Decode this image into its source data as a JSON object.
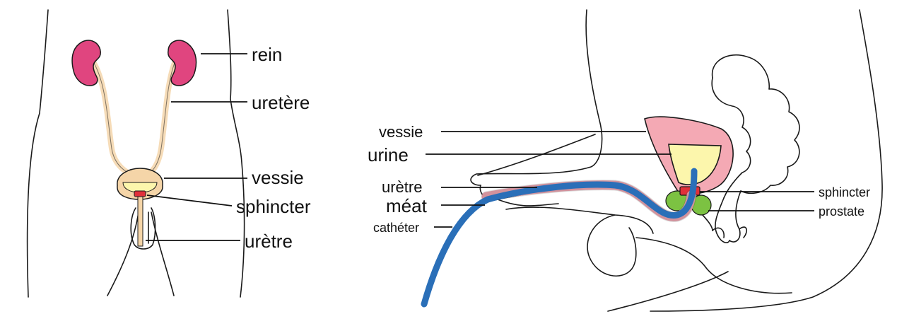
{
  "colors": {
    "kidney": "#e0457f",
    "ureter": "#f6dcb8",
    "bladder_wall": "#f5d5a8",
    "bladder_wall_side": "#f4a9b4",
    "urine": "#fcf6ac",
    "sphincter": "#e0303a",
    "prostate": "#7cc242",
    "catheter": "#2a6fb8",
    "urethra_side": "#f2a7b3",
    "outline": "#1a1a1a"
  },
  "front_view": {
    "labels": {
      "kidney": "rein",
      "ureter": "uretère",
      "bladder": "vessie",
      "sphincter": "sphincter",
      "urethra": "urètre"
    }
  },
  "side_view": {
    "labels": {
      "bladder": "vessie",
      "urine": "urine",
      "urethra": "urètre",
      "meatus": "méat",
      "catheter": "cathéter",
      "sphincter": "sphincter",
      "prostate": "prostate"
    }
  }
}
